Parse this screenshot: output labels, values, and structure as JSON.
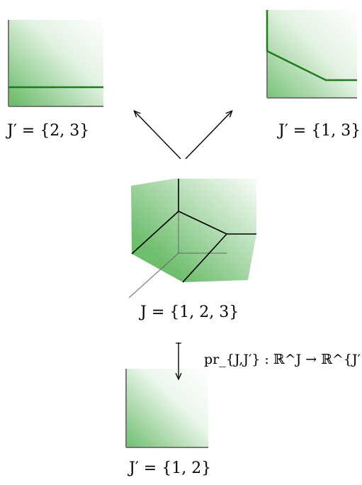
{
  "labels": {
    "top_left": "J′ = {2, 3}",
    "top_right": "J′ = {1, 3}",
    "center": "J = {1, 2, 3}",
    "bottom": "J′ = {1, 2}",
    "projection": "pr_{J,J′} : ℝ^J → ℝ^{J′}"
  },
  "colors": {
    "fill": "#3ea83e",
    "curve": "#1f7a1f",
    "axis": "#777777",
    "edge": "#000000"
  }
}
